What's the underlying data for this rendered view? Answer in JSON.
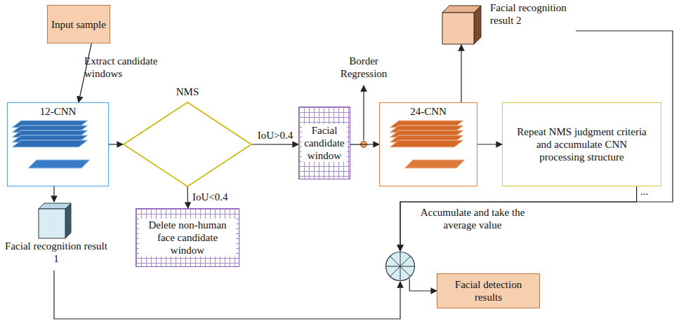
{
  "diagram": {
    "nodes": [
      {
        "text": [
          "Input sample"
        ]
      },
      {
        "text": [
          "Facial recognition result 2"
        ]
      },
      {
        "text": [
          "12-CNN"
        ]
      },
      {
        "text": [
          "NMS"
        ]
      },
      {
        "text": [
          "Facial candidate window"
        ]
      },
      {
        "text": [
          "24-CNN"
        ]
      },
      {
        "text": [
          "Repeat NMS judgment criteria and accumulate CNN processing structure"
        ]
      },
      {
        "text": [
          "Facial recognition result 1"
        ]
      },
      {
        "text": [
          "Delete non-human face candidate window"
        ]
      },
      {
        "text": [
          "Accumulate and take the average value"
        ]
      },
      {
        "text": [
          "Facial detection results"
        ]
      }
    ],
    "edges": [
      {
        "from": 0,
        "to": 2,
        "arrow": "to",
        "label": "Extract candidate windows"
      },
      {
        "from": 2,
        "to": 3,
        "arrow": "to"
      },
      {
        "from": 3,
        "to": 4,
        "arrow": "to",
        "label": "IoU>0.4"
      },
      {
        "from": 3,
        "to": 8,
        "arrow": "to",
        "label": "IoU<0.4"
      },
      {
        "from": 4,
        "to": 5,
        "arrow": "to"
      },
      {
        "from": 5,
        "to": 1,
        "arrow": "to"
      },
      {
        "from": 5,
        "to": 6,
        "arrow": "to"
      },
      {
        "from": 6,
        "to": 9,
        "arrow": "to"
      },
      {
        "from": 1,
        "to": 9,
        "arrow": "to"
      },
      {
        "from": 2,
        "to": 7,
        "arrow": "to"
      },
      {
        "from": 7,
        "to": 9,
        "arrow": "to"
      },
      {
        "from": 9,
        "to": 10,
        "arrow": "to"
      }
    ],
    "labels": [
      "Border Regression",
      "..."
    ]
  }
}
